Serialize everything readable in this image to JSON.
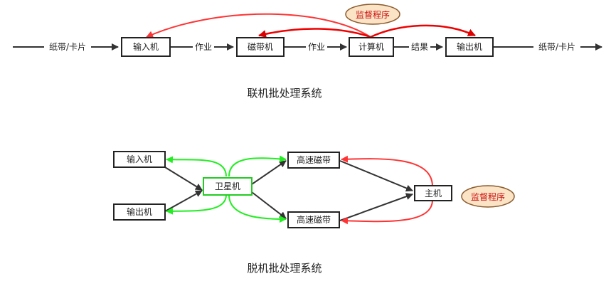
{
  "online": {
    "title": "联机批处理系统",
    "supervisor": "监督程序",
    "nodes": {
      "input": "输入机",
      "tape": "磁带机",
      "computer": "计算机",
      "output": "输出机"
    },
    "edges": {
      "in_label": "纸带/卡片",
      "job1": "作业",
      "job2": "作业",
      "result": "结果",
      "out_label": "纸带/卡片"
    }
  },
  "offline": {
    "title": "脱机批处理系统",
    "supervisor": "监督程序",
    "nodes": {
      "input": "输入机",
      "output": "输出机",
      "satellite": "卫星机",
      "tape_top": "高速磁带",
      "tape_bottom": "高速磁带",
      "host": "主机"
    }
  },
  "colors": {
    "control_arrows": "#ff3333",
    "satellite_arrows": "#22ee22",
    "flow_arrows": "#333333",
    "supervisor_fill": "#fbe3c6"
  }
}
